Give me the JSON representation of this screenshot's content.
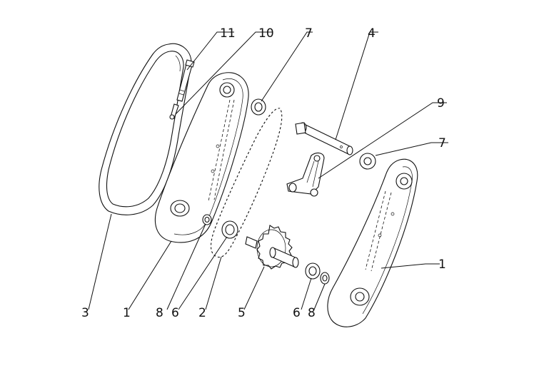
{
  "diagram": {
    "labels": {
      "L11": "11",
      "L10": "10",
      "L7a": "7",
      "L4": "4",
      "L9": "9",
      "L7b": "7",
      "L1r": "1",
      "L3": "3",
      "L1l": "1",
      "L8l": "8",
      "L6l": "6",
      "L2": "2",
      "L5": "5",
      "L6r": "6",
      "L8r": "8"
    },
    "colors": {
      "ink": "#111111",
      "paper": "#ffffff"
    }
  }
}
